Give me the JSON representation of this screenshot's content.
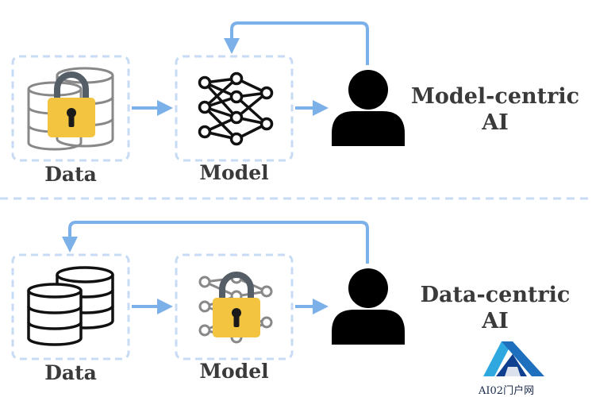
{
  "top_row": {
    "data_label": "Data",
    "model_label": "Model",
    "paradigm_line1": "Model-centric",
    "paradigm_line2": "AI"
  },
  "bottom_row": {
    "data_label": "Data",
    "model_label": "Model",
    "paradigm_line1": "Data-centric",
    "paradigm_line2": "AI"
  },
  "watermark": {
    "text": "AI02门户网"
  },
  "colors": {
    "arrow": "#7cb0e8",
    "dashed_box": "#c8dbf4",
    "lock_body": "#f2c440",
    "lock_shackle": "#555e66",
    "icon_dark": "#111111",
    "icon_gray": "#888888"
  }
}
